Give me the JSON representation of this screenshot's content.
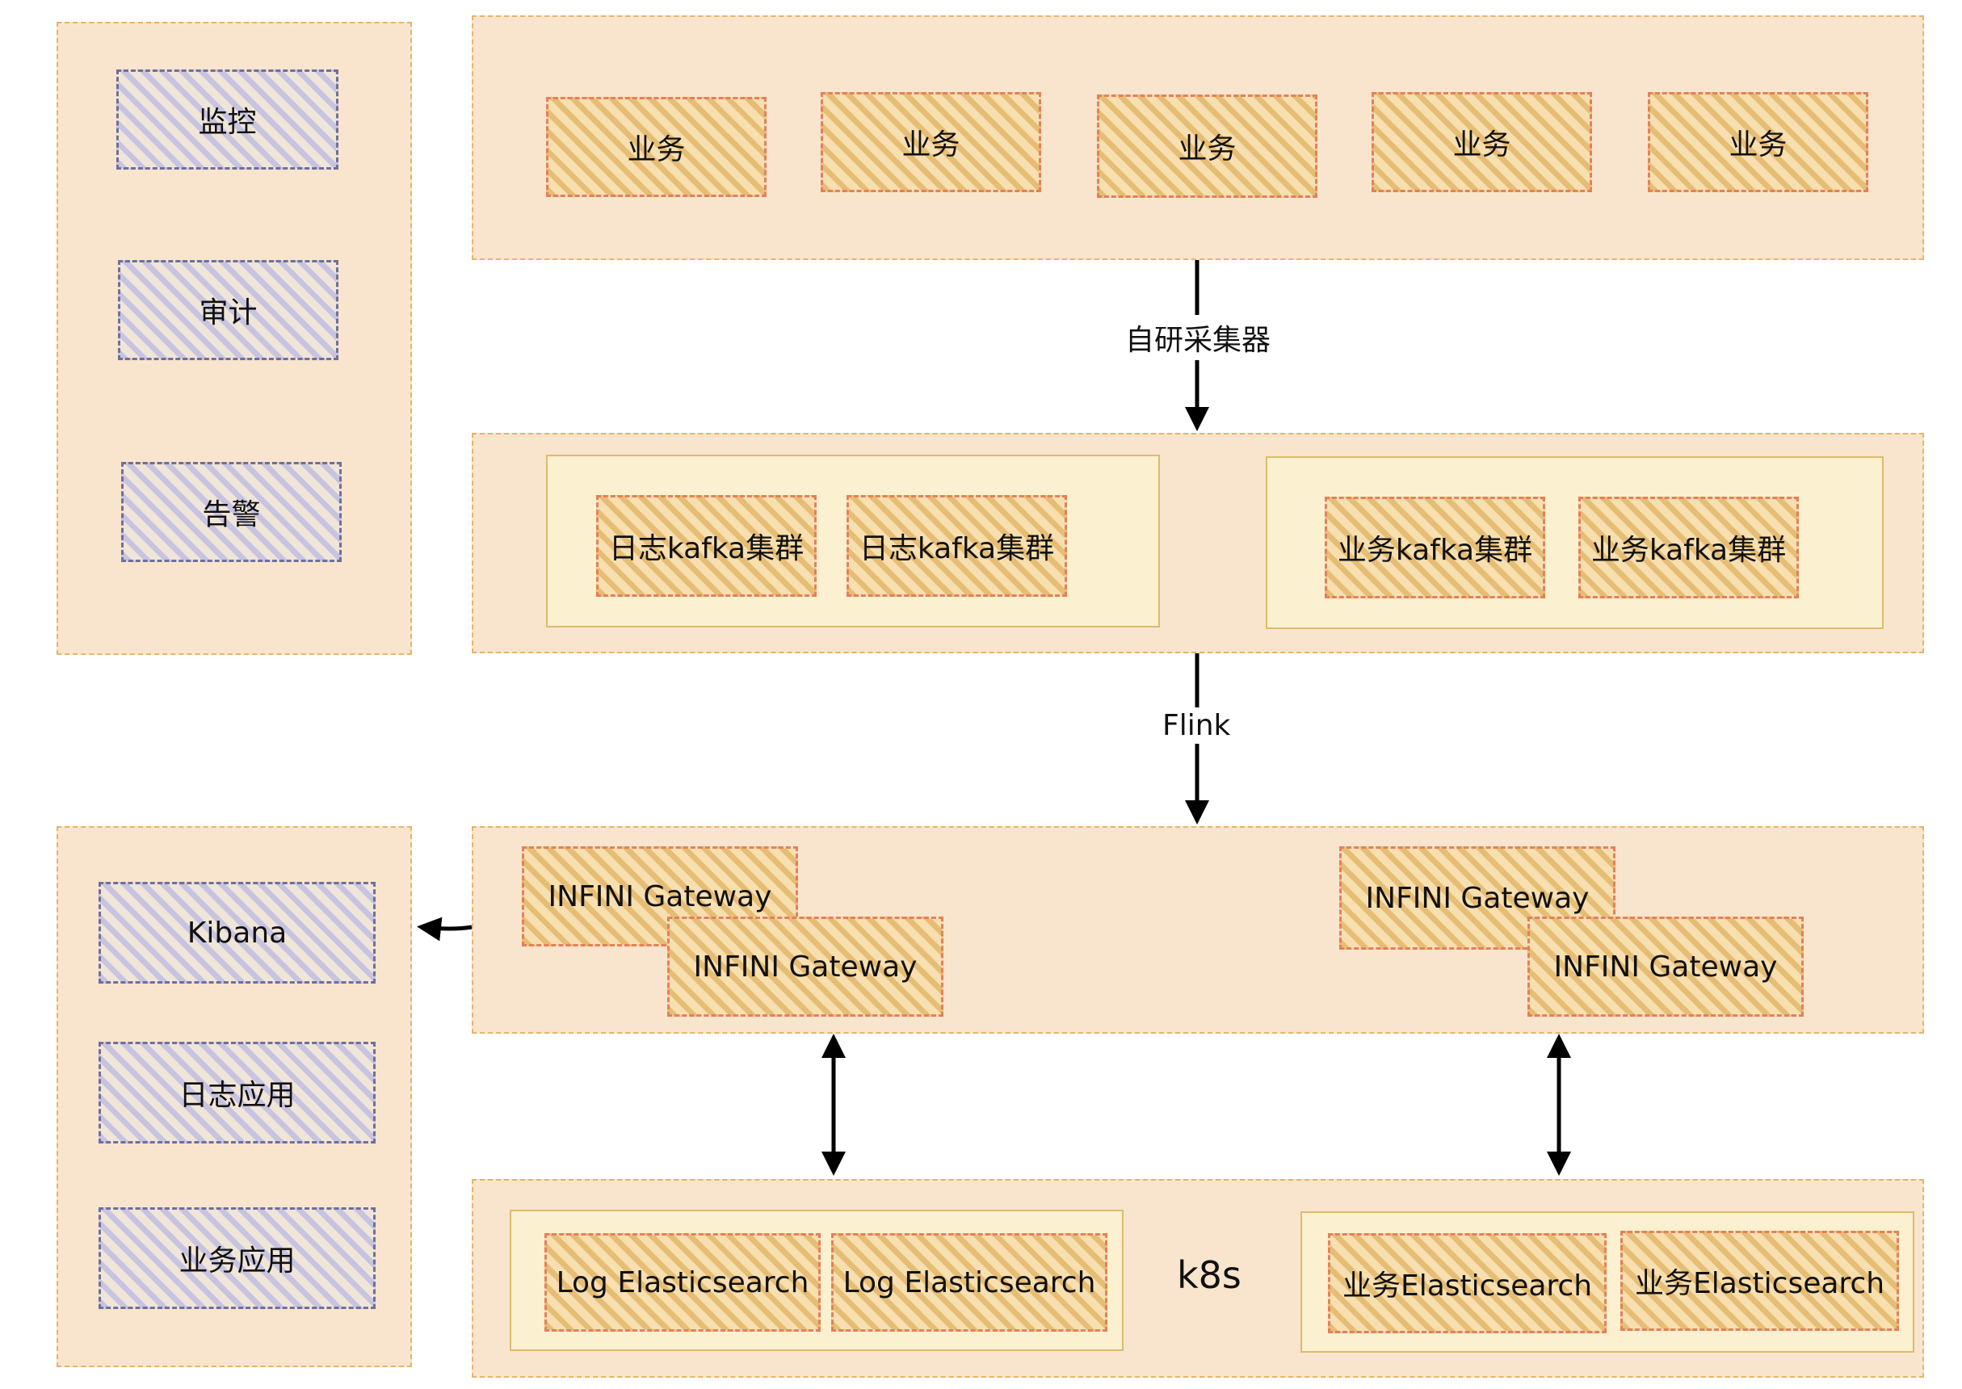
{
  "left_top_panel": {
    "items": [
      "监控",
      "审计",
      "告警"
    ]
  },
  "business_panel": {
    "items": [
      "业务",
      "业务",
      "业务",
      "业务",
      "业务"
    ]
  },
  "edges": {
    "collector": "自研采集器",
    "flink": "Flink"
  },
  "kafka_panel": {
    "log_group": [
      "日志kafka集群",
      "日志kafka集群"
    ],
    "biz_group": [
      "业务kafka集群",
      "业务kafka集群"
    ]
  },
  "gateway_panel": {
    "left": [
      "INFINI Gateway",
      "INFINI Gateway"
    ],
    "right": [
      "INFINI Gateway",
      "INFINI Gateway"
    ]
  },
  "es_panel": {
    "log_group": [
      "Log Elasticsearch",
      "Log Elasticsearch"
    ],
    "label": "k8s",
    "biz_group": [
      "业务Elasticsearch",
      "业务Elasticsearch"
    ]
  },
  "left_bottom_panel": {
    "items": [
      "Kibana",
      "日志应用",
      "业务应用"
    ]
  },
  "colors": {
    "panel_fill": "#f9e5cd",
    "panel_border": "#e6b46a",
    "group_fill": "#fbf0cf",
    "orange_node_border": "#e47f5e",
    "purple_node_border": "#6f6f99",
    "arrow": "#000000"
  }
}
